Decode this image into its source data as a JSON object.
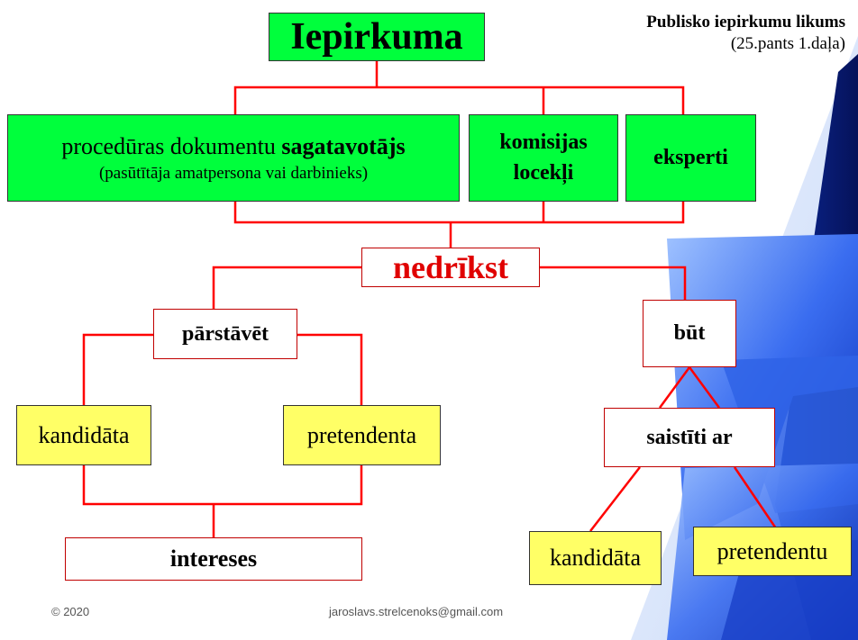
{
  "law_reference": {
    "title": "Publisko iepirkumu likums",
    "article": "(25.pants 1.daļa)"
  },
  "nodes": {
    "root": "Iepirkuma",
    "preparer_main": "procedūras dokumentu",
    "preparer_bold": "sagatavotājs",
    "preparer_sub": "(pasūtītāja amatpersona vai darbinieks)",
    "commission_line1": "komisijas",
    "commission_line2": "locekļi",
    "experts": "eksperti",
    "prohibition": "nedrīkst",
    "represent": "pārstāvēt",
    "be": "būt",
    "candidate_left": "kandidāta",
    "tenderer_left": "pretendenta",
    "interests": "intereses",
    "related_to": "saistīti ar",
    "candidate_right": "kandidāta",
    "tenderer_right": "pretendentu"
  },
  "footer": {
    "copyright": "© 2020",
    "email": "jaroslavs.strelcenoks@gmail.com"
  },
  "colors": {
    "connector": "#ff0000",
    "prohibition_text": "#e00000",
    "green_box": "#00ff3c",
    "yellow_box": "#ffff66",
    "decoration_blue": "#1f4fd6"
  }
}
